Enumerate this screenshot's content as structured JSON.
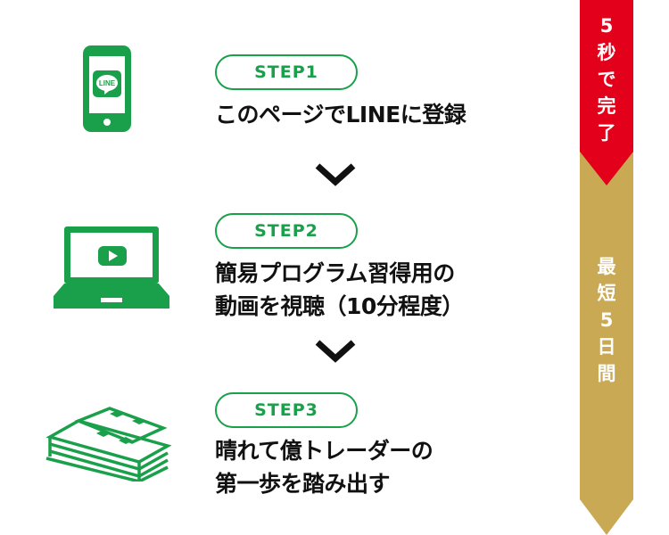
{
  "steps": [
    {
      "label": "STEP1",
      "lines": [
        "このページでLINEに登録"
      ],
      "icon": "smartphone-line-icon"
    },
    {
      "label": "STEP2",
      "lines": [
        "簡易プログラム習得用の",
        "動画を視聴（10分程度）"
      ],
      "icon": "laptop-video-icon"
    },
    {
      "label": "STEP3",
      "lines": [
        "晴れて億トレーダーの",
        "第一歩を踏み出す"
      ],
      "icon": "money-stack-icon"
    }
  ],
  "line_logo_text": "LINE",
  "banner_top": {
    "chars": [
      "5",
      "秒",
      "で",
      "完",
      "了"
    ],
    "color": "#e2001a"
  },
  "banner_bottom": {
    "chars": [
      "最",
      "短",
      "5",
      "日",
      "間"
    ],
    "color": "#c9a954"
  },
  "accent": "#1aa04a"
}
